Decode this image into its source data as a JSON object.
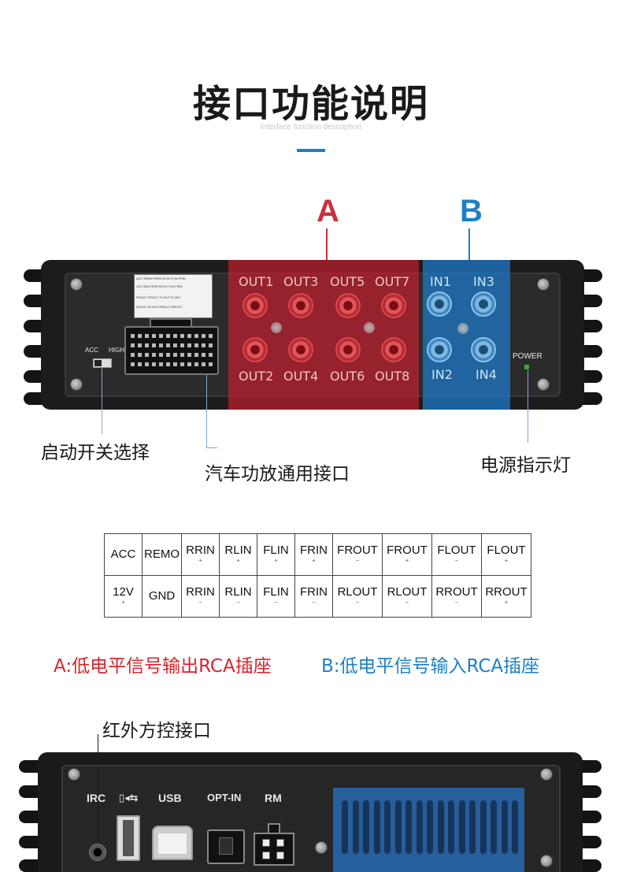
{
  "header": {
    "title": "接口功能说明",
    "subtitle": "Interface function description",
    "accent_color": "#1e7fc6"
  },
  "diagram": {
    "zone_a_label": "A",
    "zone_b_label": "B",
    "zone_a_color": "#c8323c",
    "zone_b_color": "#1e7fc6",
    "outputs_top": [
      "OUT1",
      "OUT3",
      "OUT5",
      "OUT7"
    ],
    "outputs_bottom": [
      "OUT2",
      "OUT4",
      "OUT6",
      "OUT8"
    ],
    "inputs_top": [
      "IN1",
      "IN3"
    ],
    "inputs_bottom": [
      "IN2",
      "IN4"
    ],
    "switch_acc": "ACC",
    "switch_high": "HIGH",
    "power_label": "POWER",
    "callouts": {
      "switch": "启动开关选择",
      "connector": "汽车功放通用接口",
      "power_led": "电源指示灯"
    }
  },
  "pin_table": {
    "row1": [
      {
        "name": "ACC",
        "pol": ""
      },
      {
        "name": "REMO",
        "pol": ""
      },
      {
        "name": "RRIN",
        "pol": "+"
      },
      {
        "name": "RLIN",
        "pol": "+"
      },
      {
        "name": "FLIN",
        "pol": "+"
      },
      {
        "name": "FRIN",
        "pol": "+"
      },
      {
        "name": "FROUT",
        "pol": "−"
      },
      {
        "name": "FROUT",
        "pol": "+"
      },
      {
        "name": "FLOUT",
        "pol": "−"
      },
      {
        "name": "FLOUT",
        "pol": "+"
      }
    ],
    "row2": [
      {
        "name": "12V",
        "pol": "+"
      },
      {
        "name": "GND",
        "pol": ""
      },
      {
        "name": "RRIN",
        "pol": "−"
      },
      {
        "name": "RLIN",
        "pol": "−"
      },
      {
        "name": "FLIN",
        "pol": "−"
      },
      {
        "name": "FRIN",
        "pol": "−"
      },
      {
        "name": "RLOUT",
        "pol": "−"
      },
      {
        "name": "RLOUT",
        "pol": "−"
      },
      {
        "name": "RROUT",
        "pol": "−"
      },
      {
        "name": "RROUT",
        "pol": "+"
      }
    ]
  },
  "descriptions": {
    "a": "A:低电平信号输出RCA插座",
    "b": "B:低电平信号输入RCA插座",
    "a_color": "#d8232a",
    "b_color": "#1e7fc6"
  },
  "rear_panel": {
    "callout_irc": "红外方控接口",
    "labels": {
      "irc": "IRC",
      "usb": "USB",
      "opt_in": "OPT-IN",
      "rm": "RM"
    }
  }
}
